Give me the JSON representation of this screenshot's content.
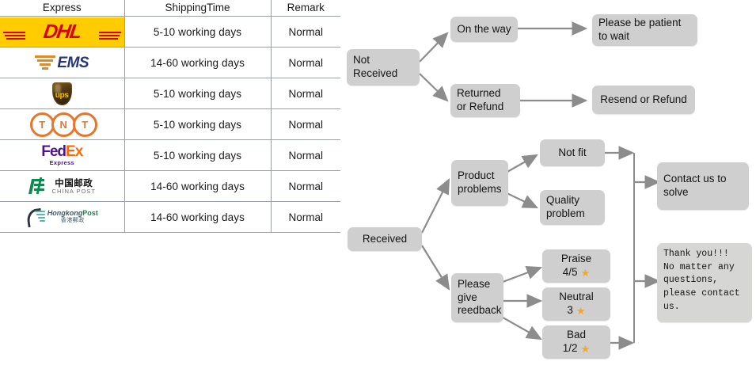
{
  "table": {
    "headers": [
      "Express",
      "ShippingTime",
      "Remark"
    ],
    "rows": [
      {
        "carrier": "DHL",
        "logo": "dhl-logo",
        "logo_text": "DHL",
        "time": "5-10  working  days",
        "remark": "Normal"
      },
      {
        "carrier": "EMS",
        "logo": "ems-logo",
        "logo_text": "EMS",
        "time": "14-60  working  days",
        "remark": "Normal"
      },
      {
        "carrier": "UPS",
        "logo": "ups-logo",
        "logo_text": "ups",
        "time": "5-10  working  days",
        "remark": "Normal"
      },
      {
        "carrier": "TNT",
        "logo": "tnt-logo",
        "logo_text": "TNT",
        "time": "5-10  working  days",
        "remark": "Normal"
      },
      {
        "carrier": "FedEx",
        "logo": "fedex-logo",
        "logo_text": "FedEx",
        "logo_sub": "Express",
        "time": "5-10  working  days",
        "remark": "Normal"
      },
      {
        "carrier": "China Post",
        "logo": "china-post-logo",
        "logo_text": "中国邮政",
        "logo_sub": "CHINA POST",
        "time": "14-60  working  days",
        "remark": "Normal"
      },
      {
        "carrier": "Hongkong Post",
        "logo": "hongkong-post-logo",
        "logo_text": "Hongkong",
        "logo_text2": "Post",
        "logo_sub": "香港郵政",
        "time": "14-60  working  days",
        "remark": "Normal"
      }
    ]
  },
  "flowchart": {
    "nodes": {
      "not_received": "Not\nReceived",
      "on_the_way": "On the way",
      "please_be_patient": "Please be patient\nto wait",
      "returned_or_refund": "Returned\nor Refund",
      "resend_or_refund": "Resend or Refund",
      "received": "Received",
      "product_problems": "Product\nproblems",
      "not_fit": "Not fit",
      "quality_problem": "Quality\nproblem",
      "contact_us": "Contact us to\nsolve",
      "please_give_feedback": "Please\ngive\nreedback",
      "praise_label": "Praise",
      "praise_rating": "4/5",
      "neutral_label": "Neutral",
      "neutral_rating": "3",
      "bad_label": "Bad",
      "bad_rating": "1/2",
      "thank_you": "  Thank you!!!\nNo matter any\nquestions,\nplease contact\nus."
    },
    "star_glyph": "★",
    "colors": {
      "node_fill": "#CFCFCF",
      "arrow": "#8C8C8C",
      "star": "#F5A623",
      "table_border": "#9AA0A6"
    }
  }
}
